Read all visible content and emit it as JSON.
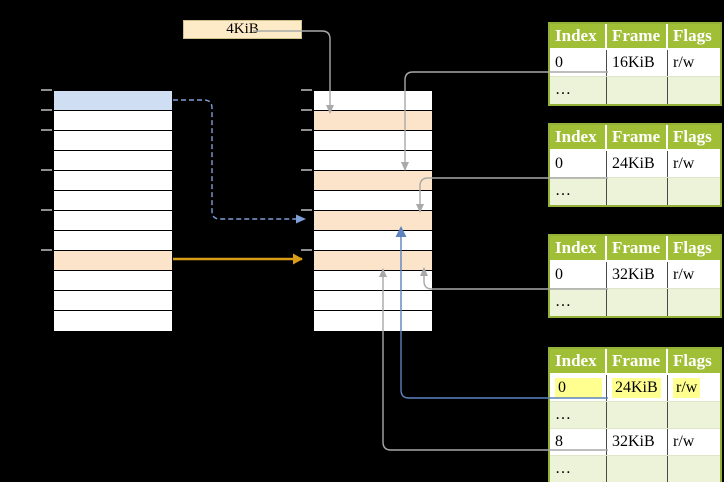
{
  "frame_label": {
    "text": "4KiB"
  },
  "colors": {
    "background": "#000000",
    "header_green": "#a1bf36",
    "row_light_green": "#edf3d9",
    "table_border_green": "#94b23a",
    "highlight_yellow": "#ffff8f",
    "frame_orange_fill": "#fce4cb",
    "virtual_page_blue_fill": "#cfdef2",
    "label_cream_fill": "#fdeac6",
    "connector_gray": "#a9a9a9",
    "connector_blue": "#5d82bd",
    "connector_dashed_blue": "#7e9ed6",
    "connector_orange": "#d89c16"
  },
  "left_table": {
    "row_count": 12,
    "blue_row_index": 0,
    "orange_row_index": 8
  },
  "middle_table": {
    "row_count": 12,
    "orange_row_indices": [
      1,
      4,
      6,
      8
    ]
  },
  "page_tables": [
    {
      "headers": [
        "Index",
        "Frame",
        "Flags"
      ],
      "rows": [
        {
          "index": "0",
          "frame": "16KiB",
          "flags": "r/w"
        },
        {
          "index": "…",
          "frame": "",
          "flags": ""
        }
      ]
    },
    {
      "headers": [
        "Index",
        "Frame",
        "Flags"
      ],
      "rows": [
        {
          "index": "0",
          "frame": "24KiB",
          "flags": "r/w"
        },
        {
          "index": "…",
          "frame": "",
          "flags": ""
        }
      ]
    },
    {
      "headers": [
        "Index",
        "Frame",
        "Flags"
      ],
      "rows": [
        {
          "index": "0",
          "frame": "32KiB",
          "flags": "r/w"
        },
        {
          "index": "…",
          "frame": "",
          "flags": ""
        }
      ]
    },
    {
      "headers": [
        "Index",
        "Frame",
        "Flags"
      ],
      "rows": [
        {
          "index": "0",
          "frame": "24KiB",
          "flags": "r/w",
          "highlighted": true
        },
        {
          "index": "…",
          "frame": "",
          "flags": ""
        },
        {
          "index": "8",
          "frame": "32KiB",
          "flags": "r/w"
        },
        {
          "index": "…",
          "frame": "",
          "flags": ""
        }
      ]
    }
  ]
}
